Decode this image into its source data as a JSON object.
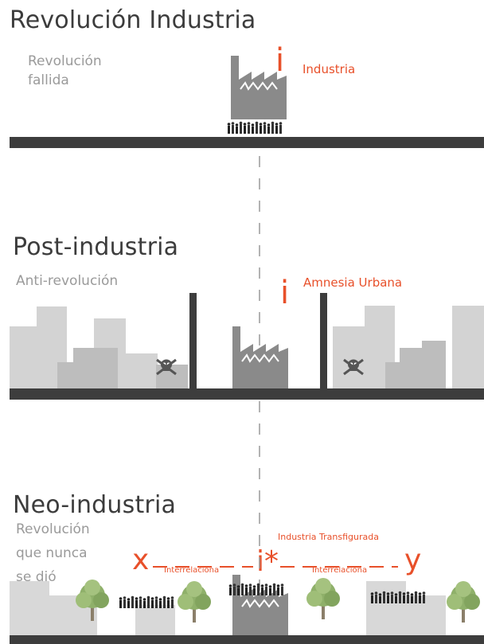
{
  "sections": [
    {
      "title": "Revolución Industria",
      "subtitle_lines": [
        "Revolución",
        "fallida"
      ],
      "marker": "i",
      "label": "Industria"
    },
    {
      "title": "Post-industria",
      "subtitle_lines": [
        "Anti-revolución"
      ],
      "marker": "i",
      "label": "Amnesia Urbana"
    },
    {
      "title": "Neo-industria",
      "subtitle_lines": [
        "Revolución",
        "que nunca",
        "se dió"
      ],
      "marker": "i*",
      "label": "Industria Transfigurada",
      "left_var": "x",
      "right_var": "y",
      "link_label_left": "Interrelaciona",
      "link_label_right": "Interrelaciona"
    }
  ],
  "colors": {
    "accent": "#e8502a",
    "ground": "#3d3d3d",
    "factory": "#8a8a8a",
    "title_text": "#3c3c3c",
    "subtitle_text": "#9a9a9a"
  }
}
